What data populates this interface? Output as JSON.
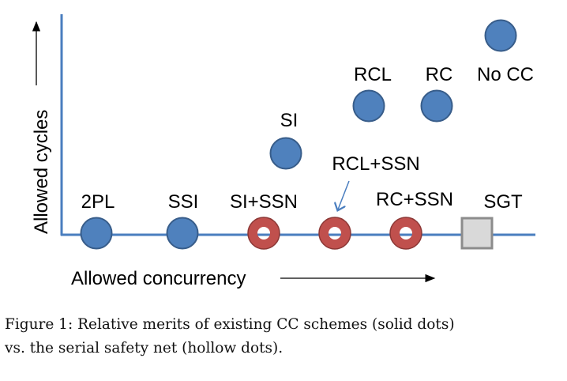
{
  "diagram": {
    "x_axis_label": "Allowed concurrency",
    "y_axis_label": "Allowed cycles",
    "colors": {
      "axis": "#4a7ebf",
      "solid_dot": "#4f81bd",
      "solid_dot_edge": "#385d8a",
      "hollow_dot": "#c0504d",
      "hollow_dot_edge": "#8c3836",
      "square": "#d9d9d9",
      "square_edge": "#8c8c8c"
    },
    "schemes": [
      {
        "name": "2PL",
        "marker": "solid"
      },
      {
        "name": "SSI",
        "marker": "solid"
      },
      {
        "name": "SI+SSN",
        "marker": "hollow"
      },
      {
        "name": "RCL+SSN",
        "marker": "hollow"
      },
      {
        "name": "RC+SSN",
        "marker": "hollow"
      },
      {
        "name": "SGT",
        "marker": "square"
      },
      {
        "name": "SI",
        "marker": "solid"
      },
      {
        "name": "RCL",
        "marker": "solid"
      },
      {
        "name": "RC",
        "marker": "solid"
      },
      {
        "name": "No CC",
        "marker": "solid"
      }
    ]
  },
  "caption": {
    "line1": "Figure 1: Relative merits of existing CC schemes (solid dots)",
    "line2": "vs. the serial safety net (hollow dots)."
  }
}
